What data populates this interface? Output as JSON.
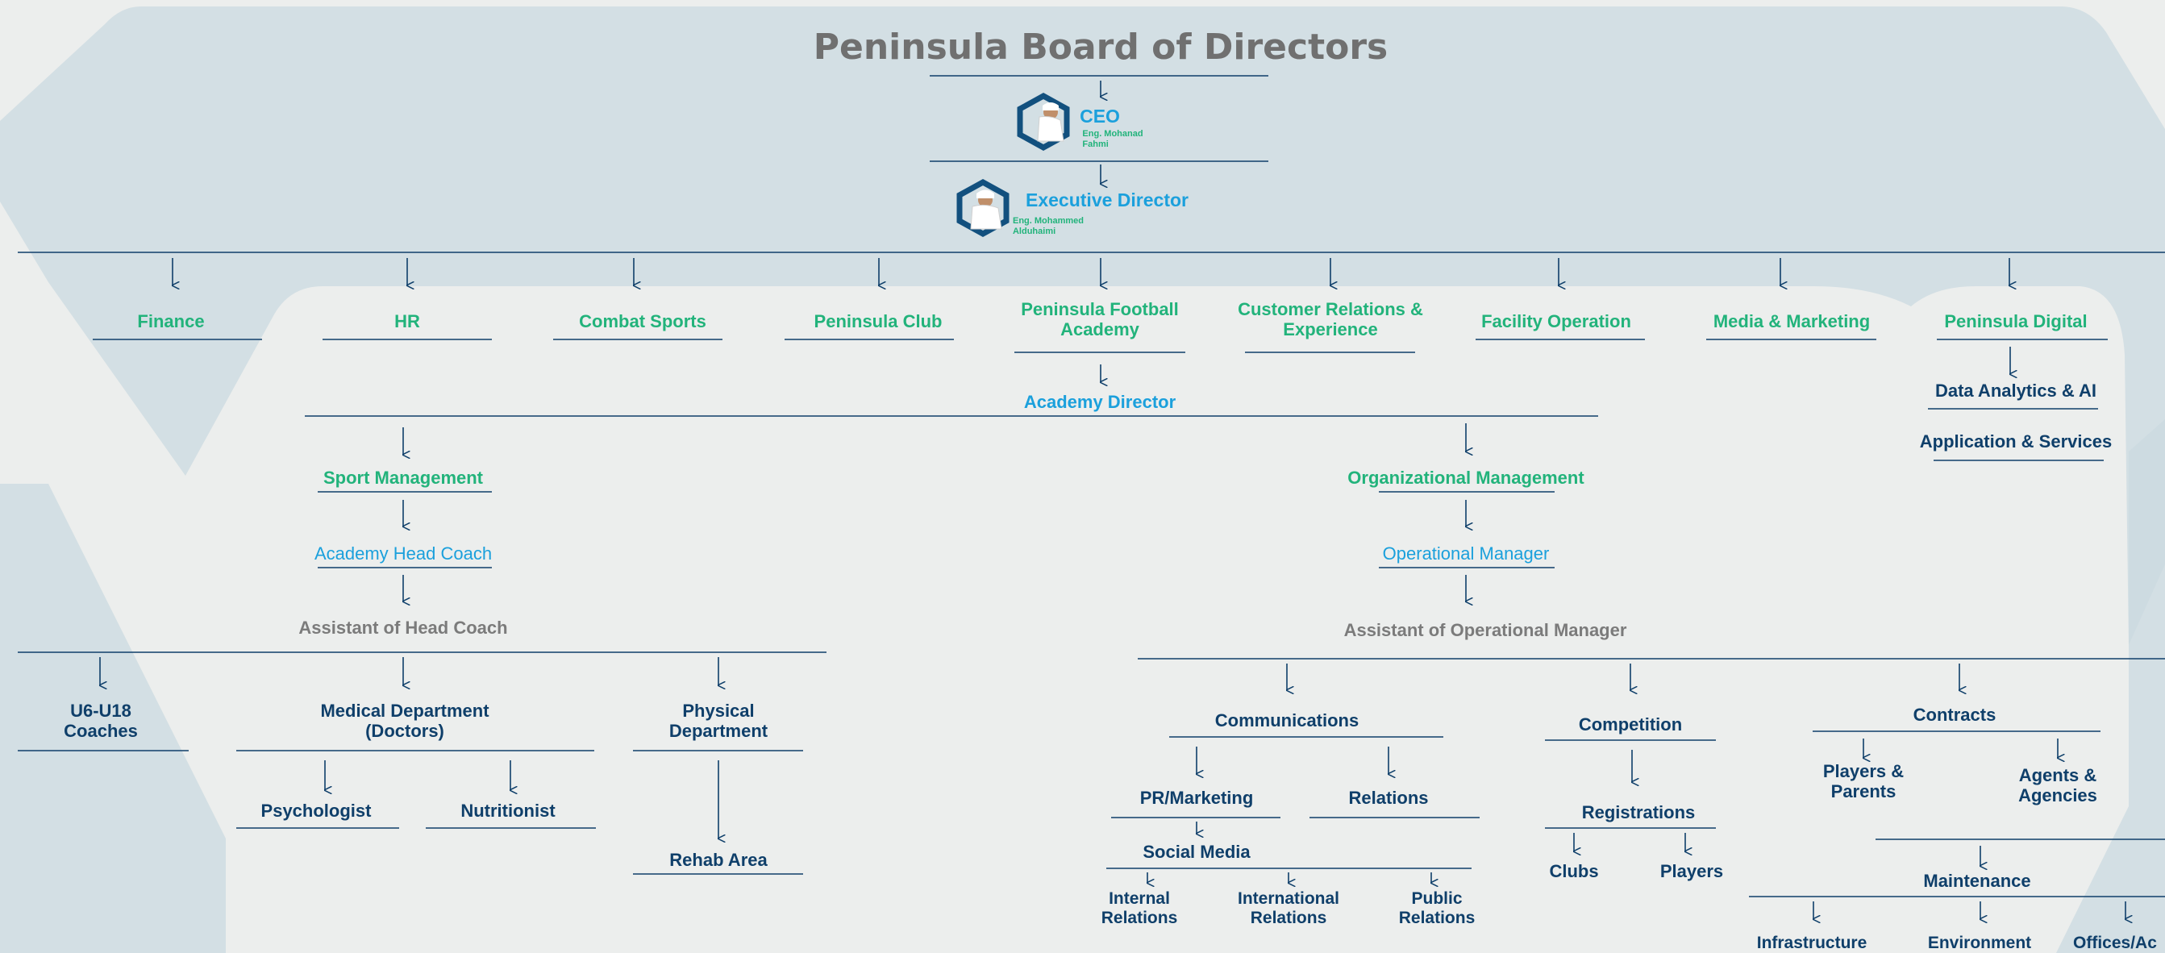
{
  "title": "Peninsula Board of Directors",
  "ceo": {
    "role": "CEO",
    "name_line1": "Eng. Mohanad",
    "name_line2": "Fahmi"
  },
  "exec": {
    "role": "Executive Director",
    "name_line1": "Eng. Mohammed",
    "name_line2": "Alduhaimi"
  },
  "departments": [
    "Finance",
    "HR",
    "Combat Sports",
    "Peninsula Club",
    "Peninsula Football Academy",
    "Customer Relations & Experience",
    "Facility Operation",
    "Media & Marketing",
    "Peninsula Digital"
  ],
  "digital": [
    "Data Analytics & AI",
    "Application & Services"
  ],
  "academy_director": "Academy Director",
  "sport": {
    "title": "Sport Management",
    "head_coach": "Academy Head Coach",
    "assistant": "Assistant of Head Coach",
    "units": [
      "U6-U18 Coaches",
      "Medical Department (Doctors)",
      "Physical Department"
    ],
    "medical": [
      "Psychologist",
      "Nutritionist"
    ],
    "physical_sub": "Rehab Area"
  },
  "org": {
    "title": "Organizational Management",
    "manager": "Operational Manager",
    "assistant": "Assistant of Operational Manager",
    "communications": "Communications",
    "comm_children": [
      "PR/Marketing",
      "Relations"
    ],
    "social_media": "Social Media",
    "social_children": [
      "Internal Relations",
      "International Relations",
      "Public Relations"
    ],
    "competition": "Competition",
    "registrations": "Registrations",
    "reg_children": [
      "Clubs",
      "Players"
    ],
    "contracts": "Contracts",
    "contract_children": [
      "Players & Parents",
      "Agents & Agencies"
    ],
    "maintenance": "Maintenance",
    "maint_children": [
      "Infrastructure",
      "Environment",
      "Offices/Ac"
    ]
  },
  "colors": {
    "green": "#22b37b",
    "blue": "#1ba0dc",
    "navy": "#0f3f6a",
    "gray": "#7b7b7b",
    "panel": "#cbd9e0"
  }
}
